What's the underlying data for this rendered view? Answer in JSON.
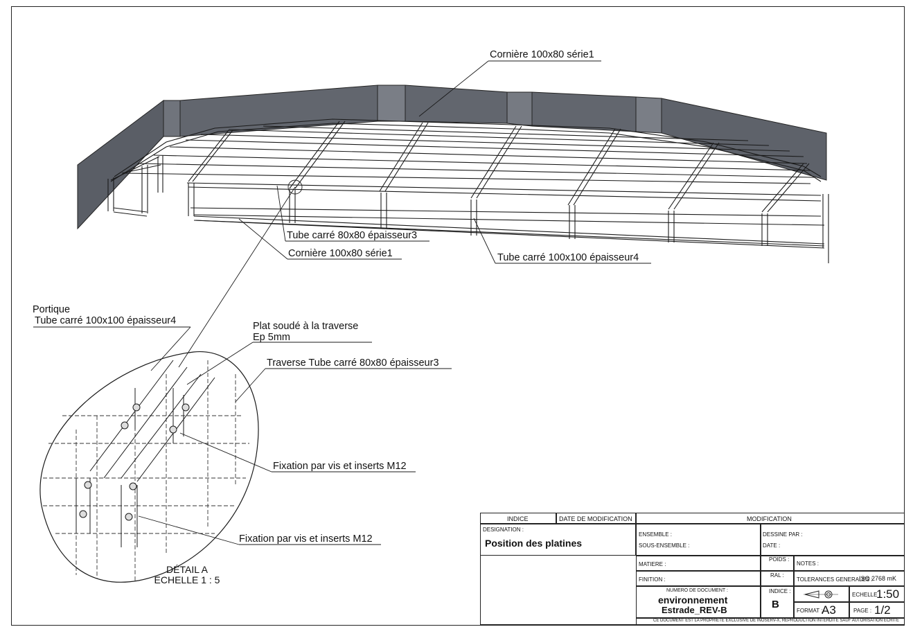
{
  "labels": {
    "corniere_top": "Cornière 100x80 série1",
    "tube_80": "Tube carré 80x80 épaisseur3",
    "corniere_mid": "Cornière 100x80 série1",
    "tube_100": "Tube carré 100x100 épaisseur4",
    "portique_1": "Portique",
    "portique_2": "Tube carré 100x100 épaisseur4",
    "plat_1": "Plat soudé à la traverse",
    "plat_2": "Ep 5mm",
    "traverse": "Traverse Tube carré 80x80 épaisseur3",
    "fixation_1": "Fixation par vis et inserts M12",
    "fixation_2": "Fixation par vis et inserts M12"
  },
  "detail": {
    "title": "DÉTAIL A",
    "scale": "ECHELLE 1 : 5"
  },
  "title_block": {
    "indice_header": "INDICE",
    "date_header": "DATE DE MODIFICATION",
    "modification_header": "MODIFICATION",
    "designation_label": "DESIGNATION :",
    "designation_value": "Position des platines",
    "ensemble_label": "ENSEMBLE :",
    "sous_ensemble_label": "SOUS-ENSEMBLE :",
    "dessine_par_label": "DESSINE PAR :",
    "date_label": "DATE :",
    "matiere_label": "MATIERE :",
    "poids_label": "POIDS :",
    "notes_label": "NOTES :",
    "finition_label": "FINITION :",
    "ral_label": "RAL :",
    "tolerances_label": "TOLERANCES GENERALES :",
    "tolerances_value": "ISO 2768 mK",
    "numero_label": "NUMERO DE DOCUMENT :",
    "numero_value_1": "environnement",
    "numero_value_2": "Estrade_REV-B",
    "indice_label": "INDICE :",
    "indice_value": "B",
    "echelle_label": "ECHELLE :",
    "echelle_value": "1:50",
    "format_label": "FORMAT :",
    "format_value": "A3",
    "page_label": "PAGE :",
    "page_value": "1/2",
    "footer": "CE DOCUMENT EST LA PROPRIETE EXCLUSIVE DE INOSERV-X, REPRODUCTION INTERDITE SAUF AUTORISATION ECRITE"
  },
  "colors": {
    "wall_fill": "#5c6068",
    "wall_light": "#7a7f88",
    "line": "#1a1a1a"
  }
}
